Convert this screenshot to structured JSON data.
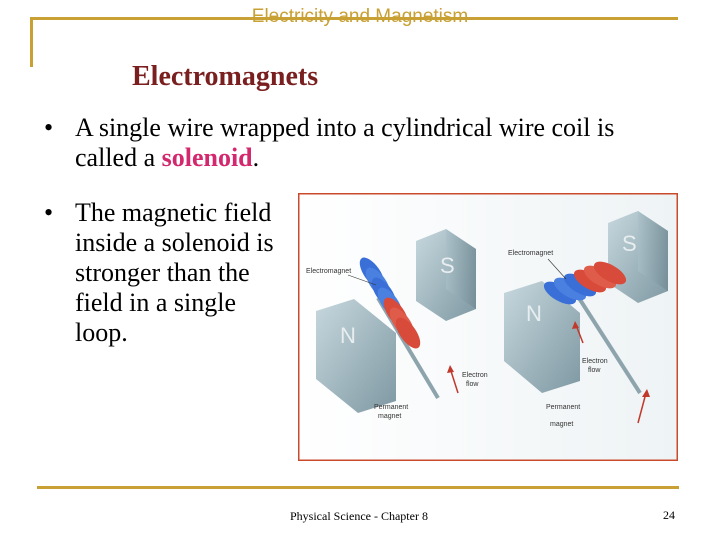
{
  "header": {
    "text": "Electricity and Magnetism"
  },
  "title": "Electromagnets",
  "bullets": {
    "b1_marker": "•",
    "b1_text": "A single wire wrapped into a cylindrical wire coil is called a ",
    "b1_keyword": "solenoid",
    "b1_end": ".",
    "b2_marker": "•",
    "b2_text": "The magnetic field inside a solenoid is stronger than the field in a single loop."
  },
  "figure": {
    "left": {
      "electromagnet": "Electromagnet",
      "pole_n": "N",
      "pole_s": "S",
      "electron1": "Electron",
      "electron2": "flow",
      "permanent1": "Permanent",
      "permanent2": "magnet"
    },
    "right": {
      "electromagnet": "Electromagnet",
      "pole_n": "N",
      "pole_s": "S",
      "electron1": "Electron",
      "electron2": "flow",
      "permanent1": "Permanent",
      "permanent2": "magnet"
    }
  },
  "footer": {
    "text": "Physical Science - Chapter 8",
    "page": "24"
  },
  "colors": {
    "accent_gold": "#c8a033",
    "title": "#7a1f1f",
    "keyword": "#d4286e"
  }
}
